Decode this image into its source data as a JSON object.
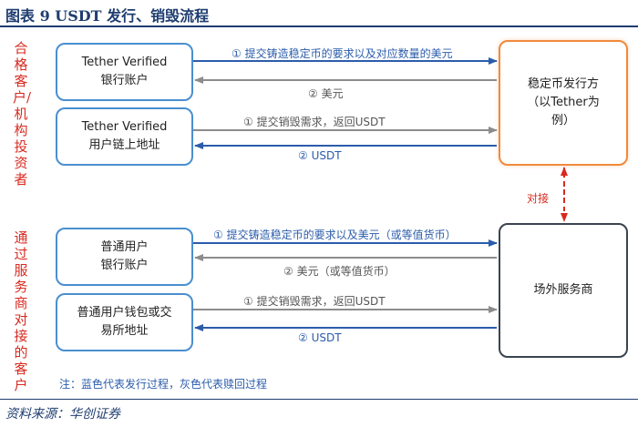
{
  "title": "图表 9   USDT 发行、销毁流程",
  "source": "资料来源：华创证券",
  "groups": {
    "institutional": "合格客户/机构投资者",
    "otc_clients": "通过服务商对接的客户"
  },
  "boxes": {
    "tether_bank": [
      "Tether Verified",
      "银行账户"
    ],
    "tether_chain": [
      "Tether Verified",
      "用户链上地址"
    ],
    "issuer": [
      "稳定币发行方",
      "（以Tether为",
      "例）"
    ],
    "retail_bank": [
      "普通用户",
      "银行账户"
    ],
    "retail_wallet": [
      "普通用户钱包或交",
      "易所地址"
    ],
    "otc": [
      "场外服务商"
    ]
  },
  "arrows": {
    "top_1": "① 提交铸造稳定币的要求以及对应数量的美元",
    "top_2": "② 美元",
    "top_3": "① 提交销毁需求，返回USDT",
    "top_4": "② USDT",
    "link": "对接",
    "bot_1": "① 提交铸造稳定币的要求以及美元（或等值货币）",
    "bot_2": "② 美元（或等值货币）",
    "bot_3": "① 提交销毁需求，返回USDT",
    "bot_4": "② USDT"
  },
  "note": "注：蓝色代表发行过程，灰色代表赎回过程",
  "colors": {
    "issue": "#2b5cab",
    "redeem": "#8c8c8c",
    "link": "#d82a20",
    "issuer_border": "#f08a3c"
  }
}
